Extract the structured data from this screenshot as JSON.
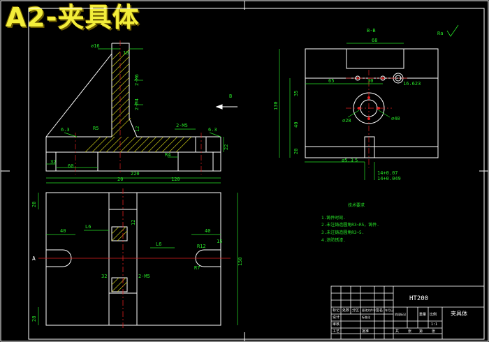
{
  "title": "A2-夹具体",
  "colors": {
    "background": "#000000",
    "outline": "#ffffff",
    "dimension": "#27e327",
    "hatch": "#c9c917",
    "centerline": "#e02020",
    "title": "#f3ee3a"
  },
  "view_labels": {
    "section_bb": "B-B",
    "view_arrow_b": "B",
    "arrow_a": "A"
  },
  "front_view_dims": {
    "d16": "⌀16",
    "d10": "10",
    "m6_top": "2-M6",
    "m6_mid": "2-M4",
    "d12": "12",
    "m5": "2-M5",
    "r5": "R5",
    "r4": "R4",
    "h63": "6.3",
    "h63b": "6.3",
    "w32": "32",
    "w60": "60",
    "h22": "22"
  },
  "plan_view_dims": {
    "w220": "220",
    "w20": "20",
    "w120": "120",
    "h40": "40",
    "h40b": "40",
    "l6": "L6",
    "l6b": "L6",
    "r12": "R12",
    "r15": "15",
    "r7": "R7",
    "h150": "150",
    "h20": "20",
    "d12": "12",
    "d32": "32",
    "m45": "2-M5",
    "h28": "28"
  },
  "side_view_dims": {
    "w68": "68",
    "w65": "65",
    "w30": "30",
    "w16": "16.623",
    "h35": "35",
    "h40": "40",
    "h130": "130",
    "h20": "20",
    "d28": "⌀28",
    "d40": "⌀40",
    "d53": "⌀5.3",
    "h5": "5",
    "tol": "14+0.07",
    "tol_b": "14+0.049",
    "ra": "Ra"
  },
  "notes": {
    "heading": "技术要求",
    "lines": [
      "1.铸件时效.",
      "2.未注铸造圆角R3~R5，铸件.",
      "3.未注铸造圆角R3~5.",
      "4.涂防锈漆."
    ]
  },
  "title_block": {
    "material": "HT200",
    "part_name": "夹具体",
    "cells": [
      "标记",
      "处数",
      "分区",
      "更改文件号",
      "签名",
      "年月日",
      "设计",
      "标准化",
      "阶段标记",
      "重量",
      "比例",
      "审核",
      "工艺",
      "批准",
      "共",
      "张",
      "第",
      "张",
      "1:1"
    ]
  }
}
